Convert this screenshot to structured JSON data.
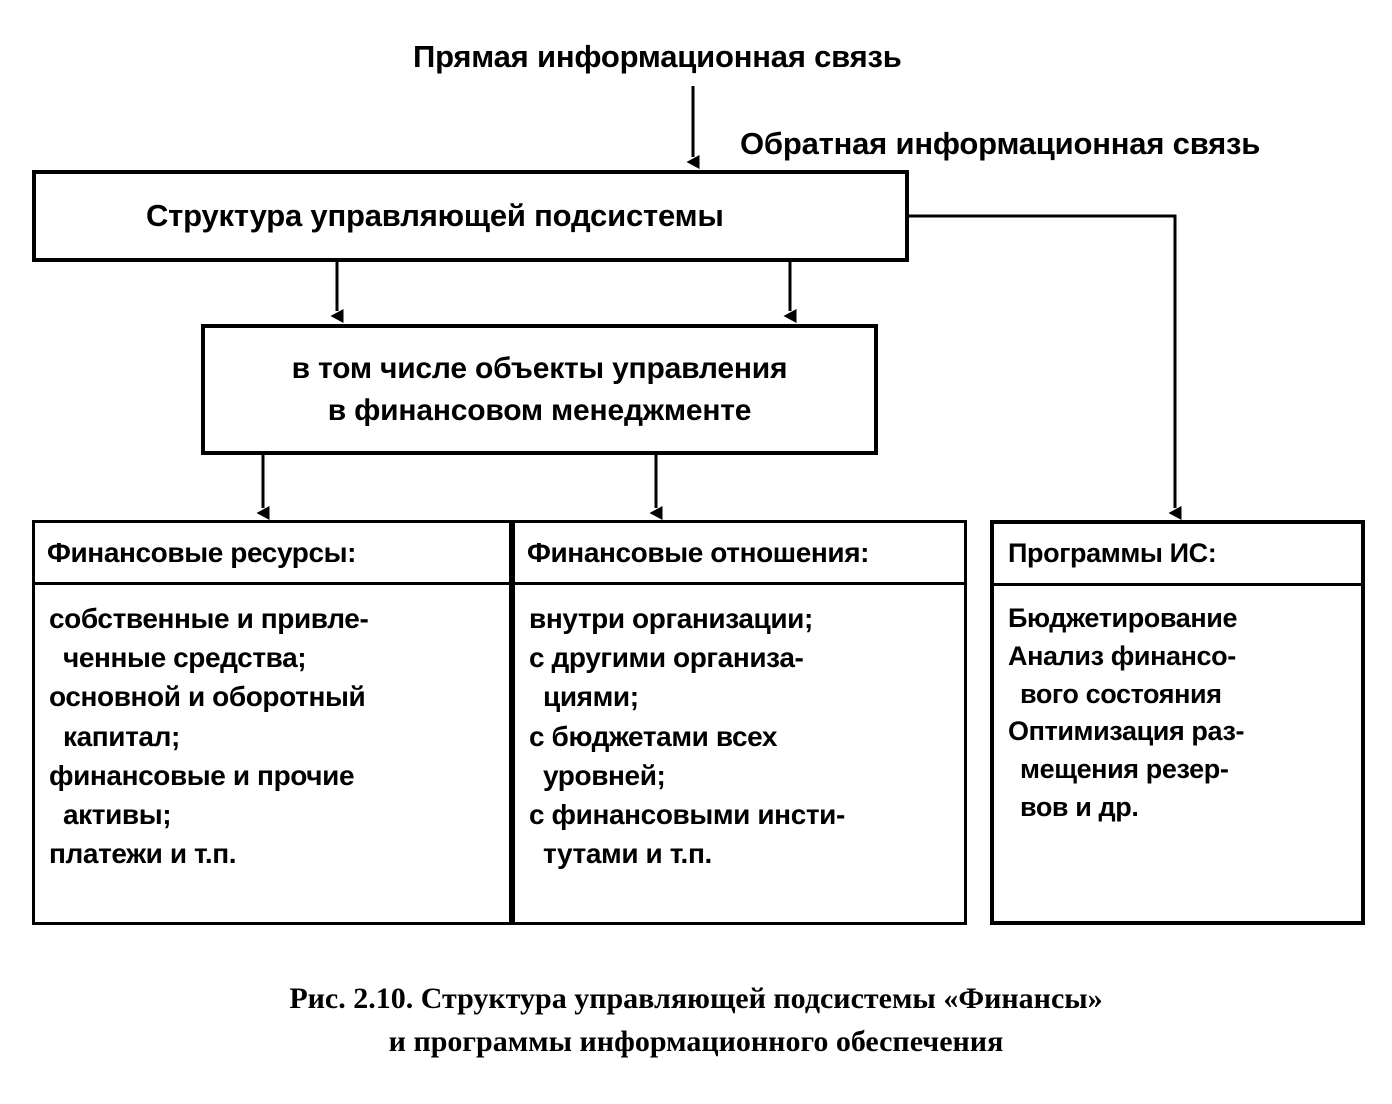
{
  "figure": {
    "labels": {
      "forward_link": "Прямая информационная связь",
      "feedback_link": "Обратная информационная связь"
    },
    "boxes": {
      "control_subsystem": {
        "title": "Структура управляющей подсистемы"
      },
      "objects": {
        "line1": "в том числе объекты управления",
        "line2": "в финансовом менеджменте"
      }
    },
    "columns": [
      {
        "header": "Финансовые ресурсы:",
        "lines": [
          "собственные и привле-",
          "ченные средства;",
          "основной и оборотный",
          "капитал;",
          "финансовые и прочие",
          "активы;",
          "платежи и т.п."
        ],
        "indent": [
          false,
          true,
          false,
          true,
          false,
          true,
          false
        ]
      },
      {
        "header": "Финансовые отношения:",
        "lines": [
          "внутри организации;",
          "с другими организа-",
          "циями;",
          "с бюджетами всех",
          "уровней;",
          "с финансовыми инсти-",
          "тутами и т.п."
        ],
        "indent": [
          false,
          false,
          true,
          false,
          true,
          false,
          true
        ]
      },
      {
        "header": "Программы ИС:",
        "lines": [
          "Бюджетирование",
          "Анализ финансо-",
          "вого состояния",
          "Оптимизация раз-",
          "мещения резер-",
          "вов и др."
        ],
        "indent": [
          false,
          false,
          true,
          false,
          true,
          true
        ]
      }
    ],
    "caption": {
      "line1": "Рис. 2.10. Структура управляющей подсистемы «Финансы»",
      "line2": "и программы информационного обеспечения"
    },
    "colors": {
      "ink": "#000000",
      "paper": "#ffffff"
    }
  }
}
